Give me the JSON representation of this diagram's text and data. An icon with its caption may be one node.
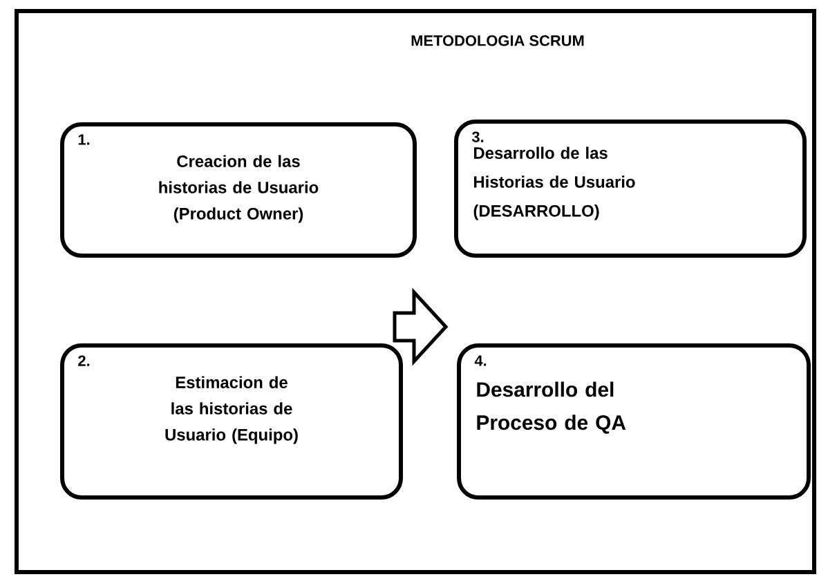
{
  "diagram": {
    "title": "METODOLOGIA SCRUM",
    "nodes": [
      {
        "text": [
          "1.",
          "Creacion de las historias de Usuario (Product Owner)"
        ]
      },
      {
        "text": [
          "2.",
          "Estimacion de las historias de Usuario (Equipo)"
        ]
      },
      {
        "text": [
          "3.",
          "Desarrollo de las Historias de Usuario (DESARROLLO)"
        ]
      },
      {
        "text": [
          "4.",
          "Desarrollo del Proceso de QA"
        ]
      }
    ],
    "edges": [
      {
        "from": 1,
        "to": 3,
        "arrow": "to"
      }
    ]
  }
}
